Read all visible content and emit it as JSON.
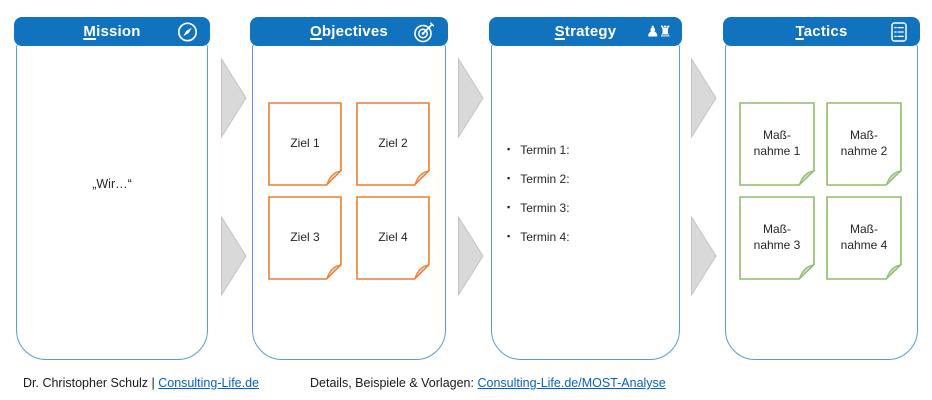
{
  "panels": {
    "mission": {
      "title": "Mission",
      "icon": "compass-icon",
      "content": "„Wir…“"
    },
    "objectives": {
      "title": "Objectives",
      "icon": "target-arrow-icon",
      "notes": [
        "Ziel 1",
        "Ziel 2",
        "Ziel 3",
        "Ziel 4"
      ]
    },
    "strategy": {
      "title": "Strategy",
      "icon": "chess-pieces-icon",
      "chess_glyphs": "♟♜",
      "items": [
        "Termin 1:",
        "Termin 2:",
        "Termin 3:",
        "Termin 4:"
      ]
    },
    "tactics": {
      "title": "Tactics",
      "icon": "checklist-icon",
      "notes": [
        "Maß-\nnahme 1",
        "Maß-\nnahme 2",
        "Maß-\nnahme 3",
        "Maß-\nnahme 4"
      ]
    }
  },
  "footer": {
    "author_text": "Dr. Christopher Schulz | ",
    "author_link": "Consulting-Life.de",
    "details_text": "Details, Beispiele & Vorlagen: ",
    "details_link": "Consulting-Life.de/MOST-Analyse"
  },
  "colors": {
    "header_blue": "#1172BD",
    "panel_border_blue": "#5B9BD5",
    "note_orange": "#ED7D31",
    "note_green": "#8FBE6B",
    "arrow_gray": "#D9D9D9",
    "link_blue": "#0563C1"
  }
}
